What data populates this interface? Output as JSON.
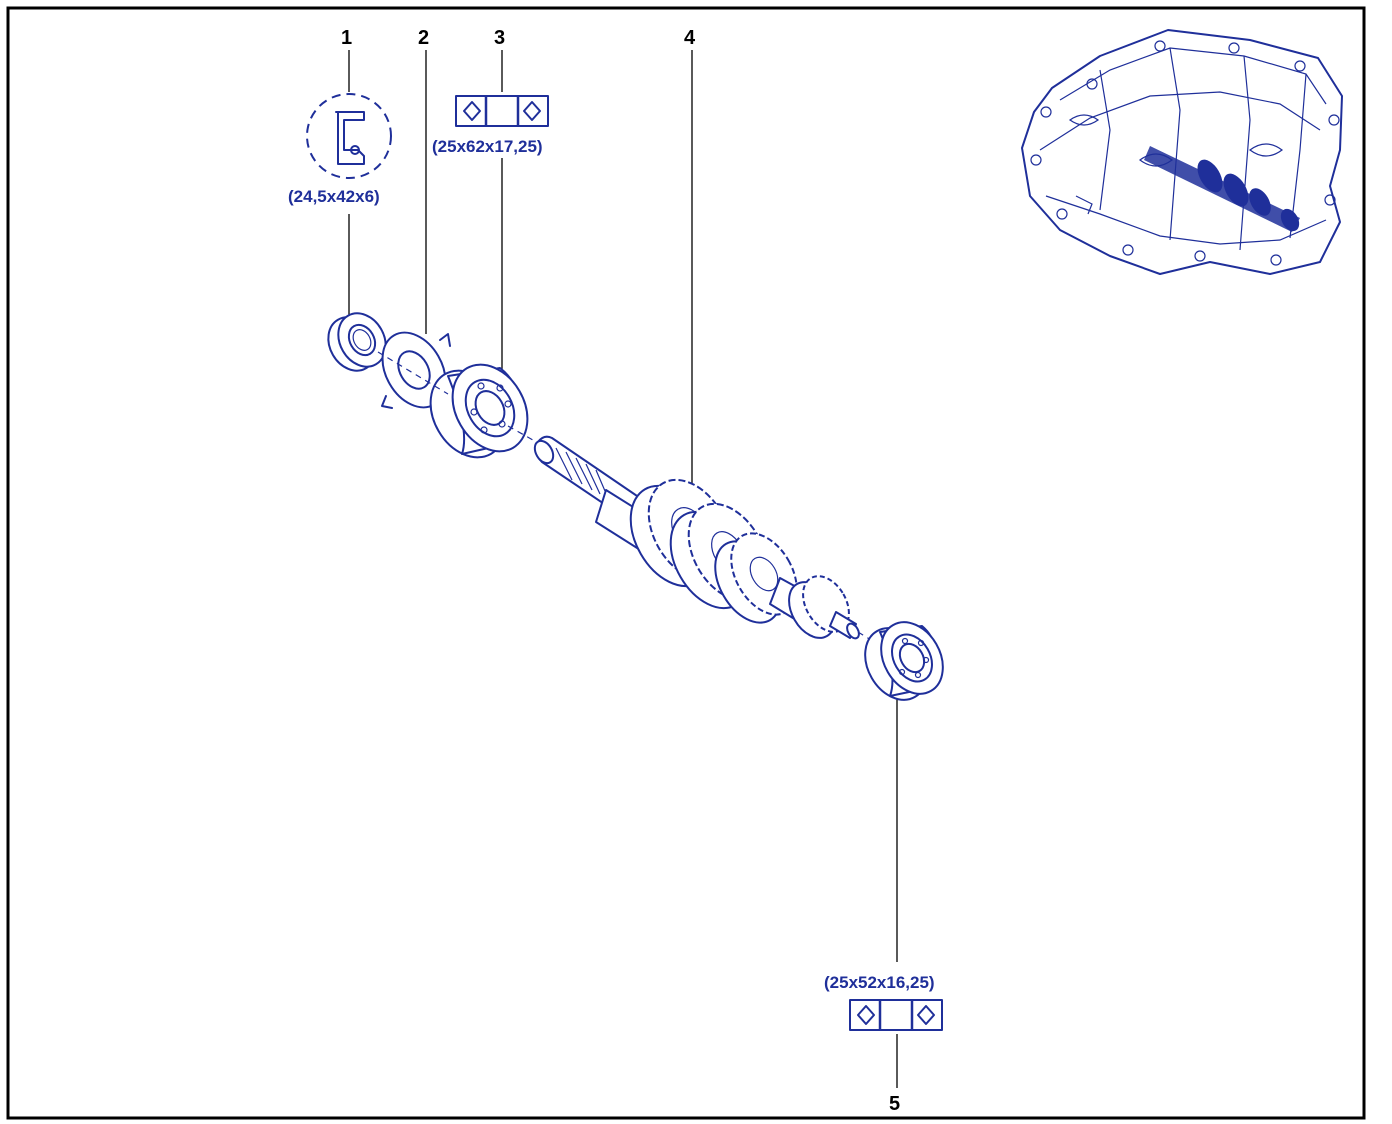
{
  "callouts": [
    {
      "id": "1",
      "label": "1"
    },
    {
      "id": "2",
      "label": "2"
    },
    {
      "id": "3",
      "label": "3"
    },
    {
      "id": "4",
      "label": "4"
    },
    {
      "id": "5",
      "label": "5"
    }
  ],
  "dimensions": {
    "seal_5": "(24,5x42x6)",
    "bearing_3": "(25x62x17,25)",
    "bearing_2": "(25x52x16,25)"
  },
  "colors": {
    "ink": "#1f2f9a",
    "leader": "#000000",
    "frame": "#000000",
    "background": "#ffffff"
  },
  "icons": {
    "seal": "oil-seal-icon",
    "bearing": "ball-bearing-icon",
    "gearbox": "gearbox-overview-icon"
  }
}
